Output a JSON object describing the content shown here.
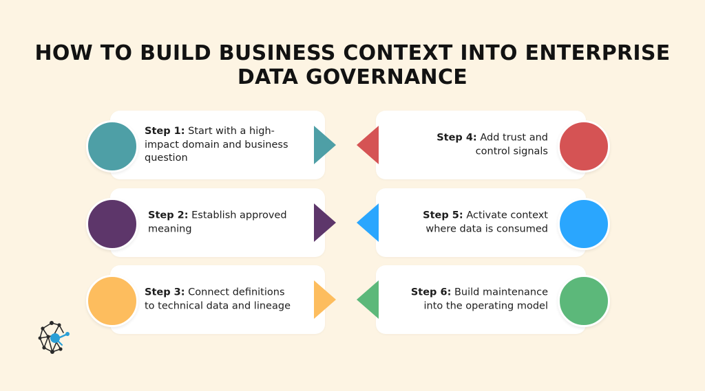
{
  "title": {
    "line1": "HOW TO BUILD BUSINESS CONTEXT INTO ENTERPRISE",
    "line2": "DATA GOVERNANCE"
  },
  "steps": [
    {
      "label": "Step 1:",
      "text": "Start with a high-impact domain and business question",
      "color": "#4e9fa6"
    },
    {
      "label": "Step 2:",
      "text": "Establish approved meaning",
      "color": "#5d366a"
    },
    {
      "label": "Step 3:",
      "text": "Connect definitions to technical data and lineage",
      "color": "#fdbd5e"
    },
    {
      "label": "Step 4:",
      "text": "Add trust and control signals",
      "color": "#d55354"
    },
    {
      "label": "Step 5:",
      "text": "Activate context where data is consumed",
      "color": "#2aa6fe"
    },
    {
      "label": "Step 6:",
      "text": "Build maintenance into the operating model",
      "color": "#5cb87a"
    }
  ],
  "logo": {
    "icon": "network-logo-icon",
    "colors": {
      "node": "#2a2a2a",
      "accent": "#2a9fd6"
    }
  }
}
